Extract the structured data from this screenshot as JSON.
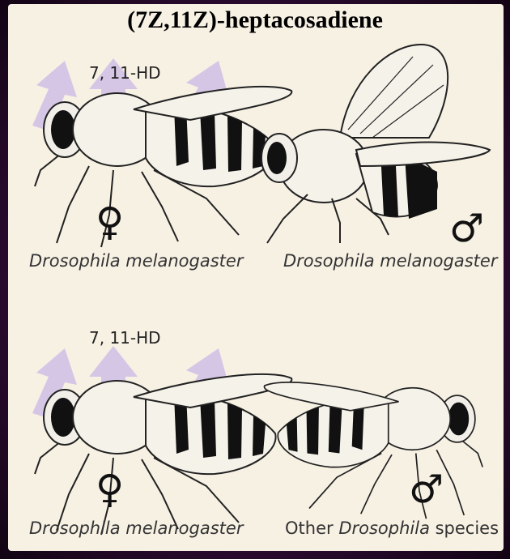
{
  "title": "(7Z,11Z)-heptacosadiene",
  "pheromone_label": "7, 11-HD",
  "female_symbol": "♀",
  "male_symbol": "♂",
  "top_panel": {
    "left_caption": "Drosophila melanogaster",
    "right_caption": "Drosophila melanogaster"
  },
  "bottom_panel": {
    "left_caption": "Drosophila melanogaster",
    "right_caption_prefix": "Other ",
    "right_caption_italic": "Drosophila",
    "right_caption_suffix": " species"
  },
  "colors": {
    "pheromone_arrow": "#d6c6e6",
    "background": "#f7f1e4"
  }
}
